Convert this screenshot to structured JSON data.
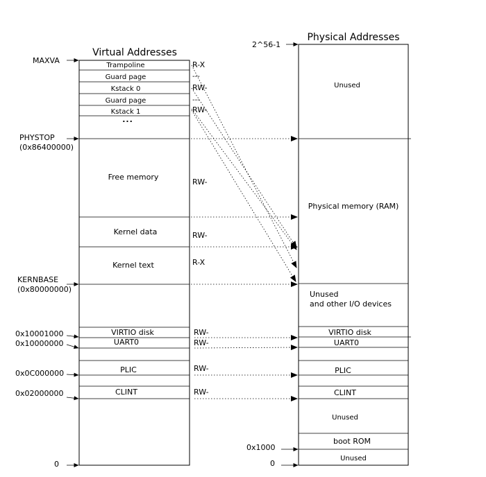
{
  "virtual": {
    "title": "Virtual Addresses",
    "addr": {
      "maxva": "MAXVA",
      "phystop": "PHYSTOP",
      "phystop_hex": "(0x86400000)",
      "kernbase": "KERNBASE",
      "kernbase_hex": "(0x80000000)",
      "virtio": "0x10001000",
      "uart": "0x10000000",
      "plic": "0x0C000000",
      "clint": "0x02000000",
      "zero": "0"
    },
    "regions": {
      "trampoline": "Trampoline",
      "guard1": "Guard page",
      "kstack0": "Kstack 0",
      "guard2": "Guard page",
      "kstack1": "Kstack 1",
      "ellipsis": "...",
      "free": "Free memory",
      "kdata": "Kernel data",
      "ktext": "Kernel text",
      "virtio": "VIRTIO disk",
      "uart": "UART0",
      "plic": "PLIC",
      "clint": "CLINT"
    },
    "perms": {
      "trampoline": "R-X",
      "guard1": "---",
      "kstack0": "RW-",
      "guard2": "---",
      "kstack1": "RW-",
      "free": "RW-",
      "kdata": "RW-",
      "ktext": "R-X",
      "virtio": "RW-",
      "uart": "RW-",
      "plic": "RW-",
      "clint": "RW-"
    }
  },
  "physical": {
    "title": "Physical Addresses",
    "addr": {
      "top": "2^56-1",
      "rom": "0x1000",
      "zero": "0"
    },
    "regions": {
      "unused_top": "Unused",
      "ram": "Physical memory (RAM)",
      "unused_io_1": "Unused",
      "unused_io_2": "and other I/O devices",
      "virtio": "VIRTIO disk",
      "uart": "UART0",
      "plic": "PLIC",
      "clint": "CLINT",
      "unused_low": "Unused",
      "boot_rom": "boot ROM",
      "unused_bottom": "Unused"
    }
  }
}
